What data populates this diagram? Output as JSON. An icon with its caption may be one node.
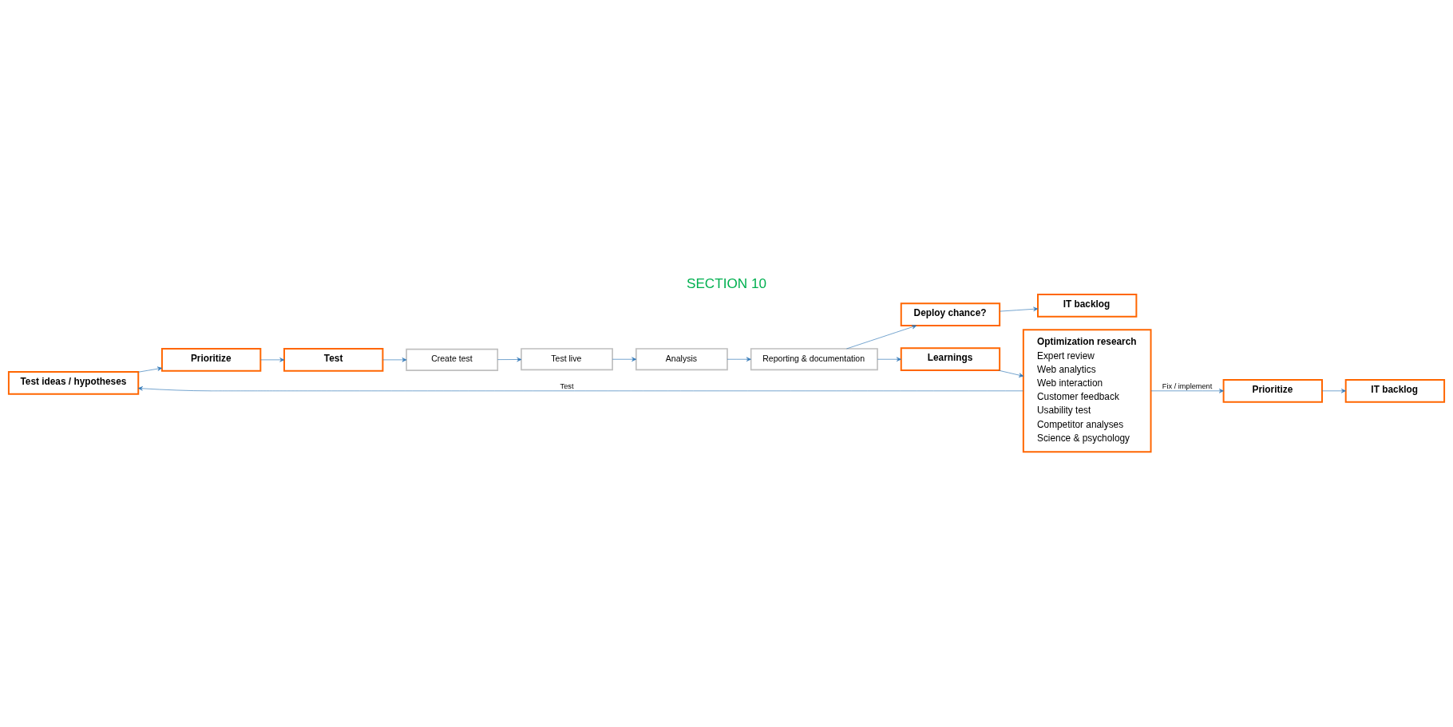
{
  "diagram": {
    "title": "SECTION 10",
    "nodes": [
      {
        "text": [
          "Prioritize"
        ]
      },
      {
        "text": [
          "IT backlog"
        ]
      },
      {
        "text": [
          "Test ideas / hypotheses"
        ]
      },
      {
        "text": [
          "Prioritize"
        ]
      },
      {
        "text": [
          "Test"
        ]
      },
      {
        "text": [
          "Create test"
        ]
      },
      {
        "text": [
          "Test live"
        ]
      },
      {
        "text": [
          "Analysis"
        ]
      },
      {
        "text": [
          "Reporting & documentation"
        ]
      },
      {
        "text": [
          "Learnings"
        ]
      },
      {
        "text": [
          "Deploy chance?"
        ]
      },
      {
        "text": [
          "IT backlog"
        ]
      },
      {
        "text": [
          "Optimization research",
          "Expert review",
          "Web analytics",
          "Web interaction",
          "Customer feedback",
          "Usability test",
          "Competitor analyses",
          "Science & psychology"
        ]
      }
    ],
    "edges": [
      {
        "from": 12,
        "to": 0,
        "arrow": "to",
        "label": "Fix / implement"
      },
      {
        "from": 12,
        "to": 2,
        "arrow": "to",
        "label": "Test"
      },
      {
        "from": 0,
        "to": 1,
        "arrow": "to"
      },
      {
        "from": 2,
        "to": 3,
        "arrow": "to"
      },
      {
        "from": 3,
        "to": 4,
        "arrow": "to"
      },
      {
        "from": 4,
        "to": 5,
        "arrow": "to"
      },
      {
        "from": 5,
        "to": 6,
        "arrow": "to"
      },
      {
        "from": 6,
        "to": 7,
        "arrow": "to"
      },
      {
        "from": 7,
        "to": 8,
        "arrow": "to"
      },
      {
        "from": 8,
        "to": 9,
        "arrow": "to"
      },
      {
        "from": 8,
        "to": 10,
        "arrow": "to"
      },
      {
        "from": 10,
        "to": 11,
        "arrow": "to"
      },
      {
        "from": 9,
        "to": 12,
        "arrow": "to"
      }
    ]
  }
}
